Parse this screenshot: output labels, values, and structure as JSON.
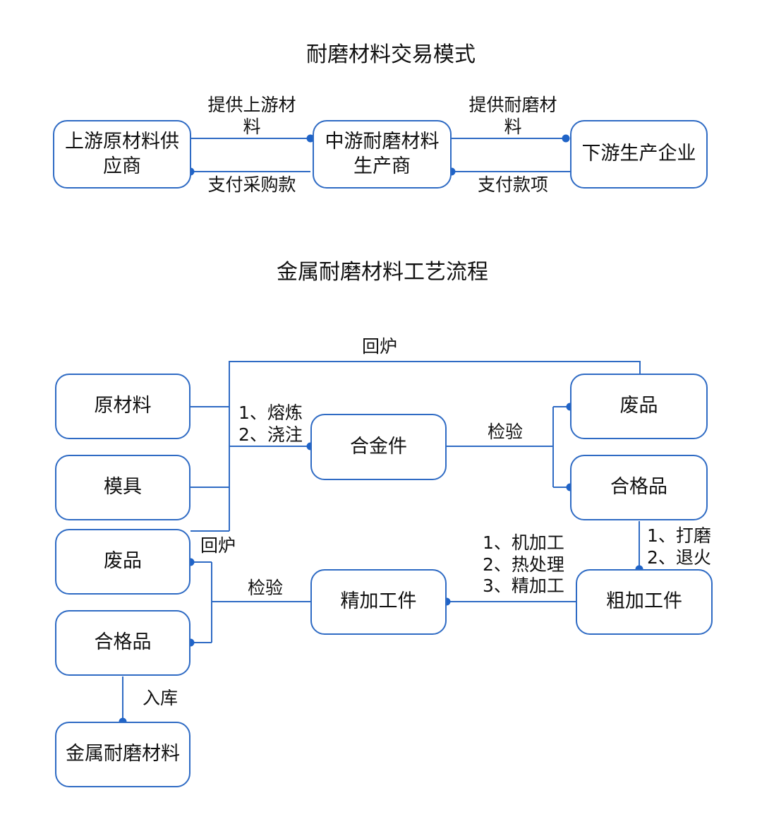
{
  "colors": {
    "line": "#2f6bc4",
    "dot": "#1f63c7",
    "text": "#111111"
  },
  "trade": {
    "title": "耐磨材料交易模式",
    "nodes": {
      "upstream": "上游原材料供应商",
      "midstream": "中游耐磨材料生产商",
      "downstream": "下游生产企业"
    },
    "edges": {
      "supply_upstream": "提供上游材料",
      "pay_purchase": "支付采购款",
      "supply_wear": "提供耐磨材料",
      "pay_money": "支付款项"
    }
  },
  "process": {
    "title": "金属耐磨材料工艺流程",
    "nodes": {
      "raw": "原材料",
      "mold": "模具",
      "scrap_bottom": "废品",
      "qualified_bottom": "合格品",
      "final": "金属耐磨材料",
      "alloy": "合金件",
      "finish": "精加工件",
      "scrap_top": "废品",
      "qualified_top": "合格品",
      "rough": "粗加工件"
    },
    "edges": {
      "remelt_top": "回炉",
      "melt_cast": [
        "1、熔炼",
        "2、浇注"
      ],
      "inspect_alloy": "检验",
      "grind_anneal": [
        "1、打磨",
        "2、退火"
      ],
      "machining": [
        "1、机加工",
        "2、热处理",
        "3、精加工"
      ],
      "inspect_finish": "检验",
      "remelt_bottom": "回炉",
      "storage": "入库"
    }
  }
}
